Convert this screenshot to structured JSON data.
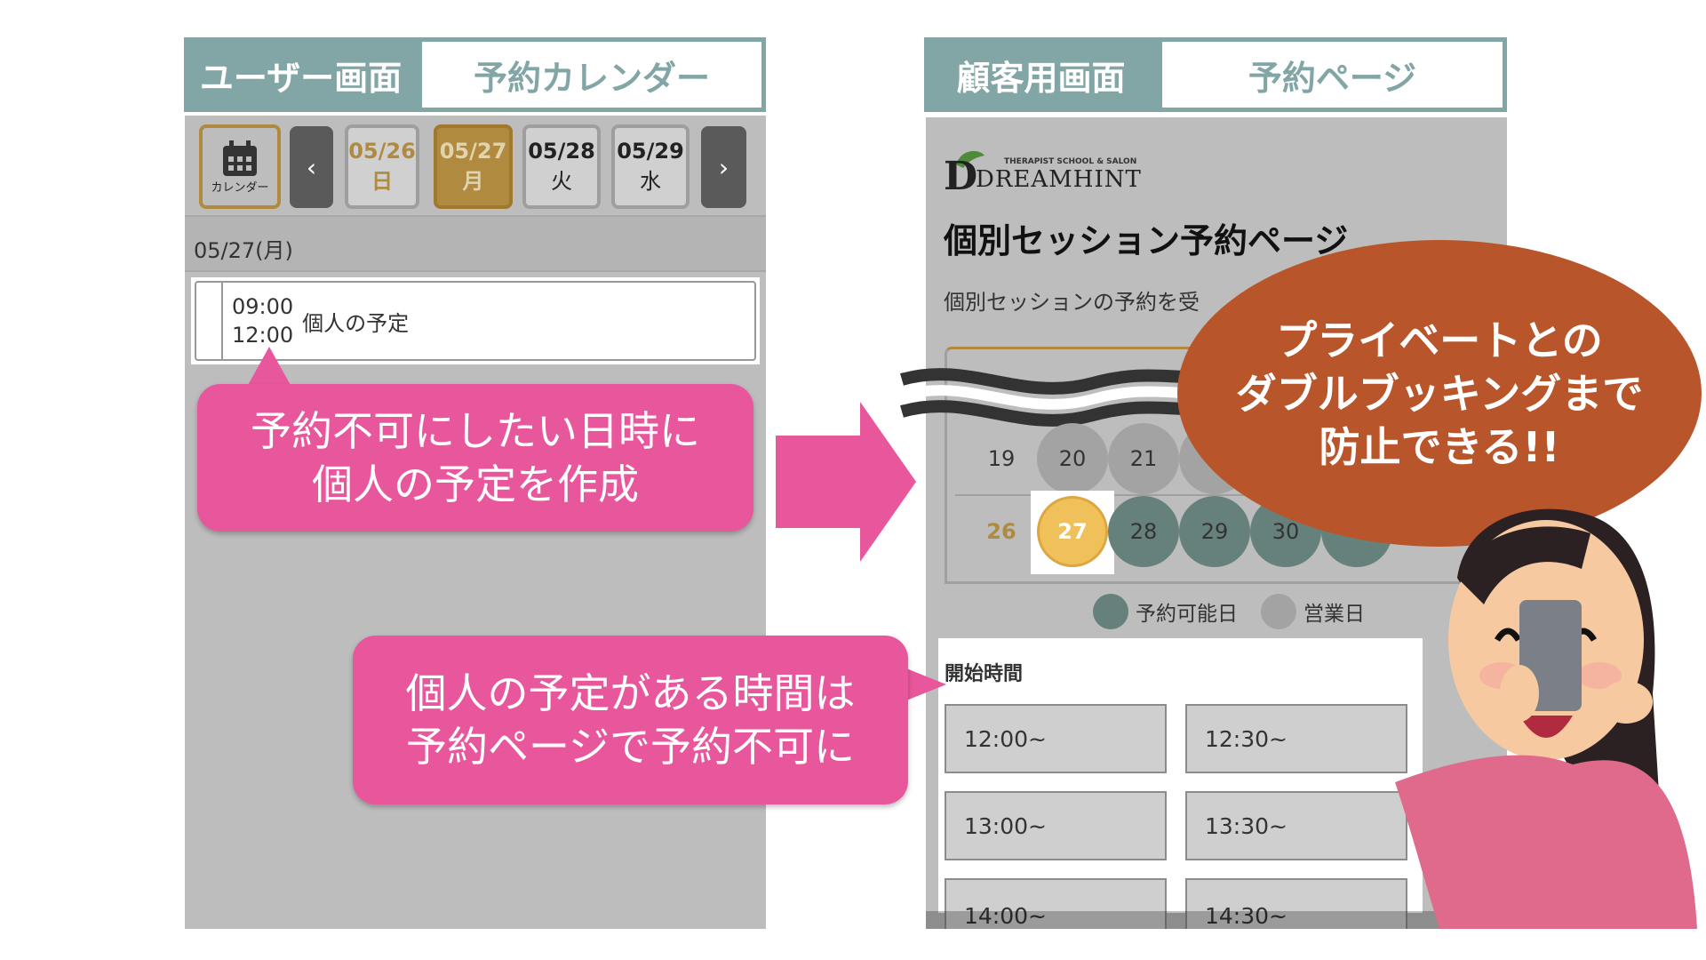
{
  "left": {
    "header_tab": "ユーザー画面",
    "header_title": "予約カレンダー",
    "calendar_button": "カレンダー",
    "dates": [
      {
        "date": "05/26",
        "day": "日"
      },
      {
        "date": "05/27",
        "day": "月"
      },
      {
        "date": "05/28",
        "day": "火"
      },
      {
        "date": "05/29",
        "day": "水"
      }
    ],
    "selected_date_label": "05/27(月)",
    "event": {
      "start": "09:00",
      "end": "12:00",
      "title": "個人の予定"
    }
  },
  "callout1": {
    "line1": "予約不可にしたい日時に",
    "line2": "個人の予定を作成"
  },
  "callout2": {
    "line1": "個人の予定がある時間は",
    "line2": "予約ページで予約不可に"
  },
  "right": {
    "header_tab": "顧客用画面",
    "header_title": "予約ページ",
    "logo": {
      "tagline": "THERAPIST SCHOOL & SALON",
      "name": "DREAMHINT"
    },
    "page_title": "個別セッション予約ページ",
    "description": "個別セッションの予約を受",
    "calendar": {
      "row1": [
        "19",
        "20",
        "21"
      ],
      "row2": [
        "26",
        "27",
        "28",
        "29",
        "30"
      ]
    },
    "legend": {
      "available": "予約可能日",
      "business": "営業日"
    },
    "start_time_label": "開始時間",
    "slots": [
      "12:00~",
      "12:30~",
      "13:00~",
      "13:30~",
      "14:00~",
      "14:30~"
    ]
  },
  "speech": {
    "line1": "プライベートとの",
    "line2": "ダブルブッキングまで",
    "line3": "防止できる!!"
  },
  "colors": {
    "teal": "#82a5a6",
    "pink": "#e8579c",
    "orange": "#b9552a",
    "gold": "#b08a3e",
    "available": "#66817c",
    "business": "#a3a3a3",
    "selected": "#f0c05a"
  }
}
